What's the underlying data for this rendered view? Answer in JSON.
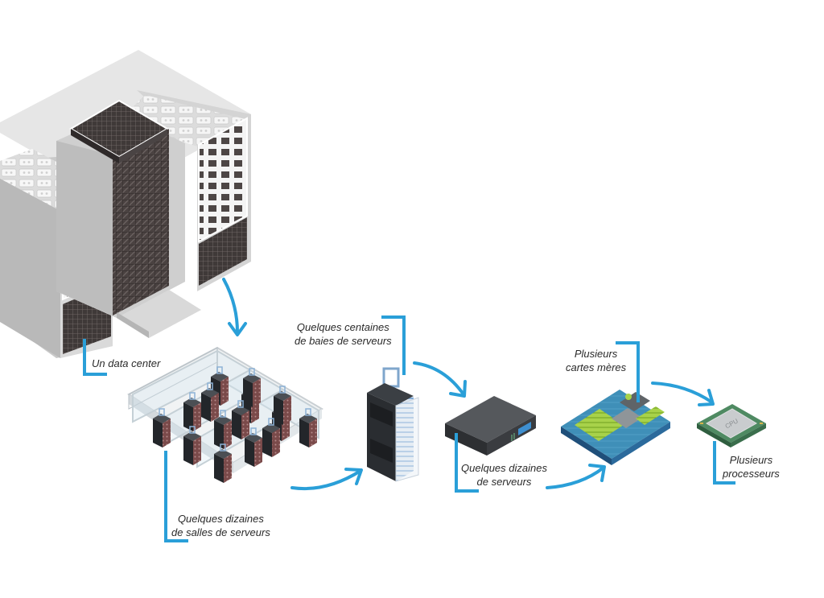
{
  "diagram": {
    "accent_color": "#2a9fd8",
    "steps": [
      {
        "id": "datacenter",
        "illustration": "data-center-building-icon",
        "label_lines": [
          "Un data center"
        ]
      },
      {
        "id": "rooms",
        "illustration": "server-room-icon",
        "label_lines": [
          "Quelques dizaines",
          "de salles de serveurs"
        ]
      },
      {
        "id": "racks",
        "illustration": "server-rack-icon",
        "label_lines": [
          "Quelques centaines",
          "de baies de serveurs"
        ]
      },
      {
        "id": "servers",
        "illustration": "rack-server-icon",
        "label_lines": [
          "Quelques dizaines",
          "de serveurs"
        ]
      },
      {
        "id": "motherboards",
        "illustration": "motherboard-icon",
        "label_lines": [
          "Plusieurs",
          "cartes mères"
        ]
      },
      {
        "id": "processors",
        "illustration": "cpu-chip-icon",
        "label_lines": [
          "Plusieurs",
          "processeurs"
        ],
        "chip_text": "CPU"
      }
    ]
  }
}
